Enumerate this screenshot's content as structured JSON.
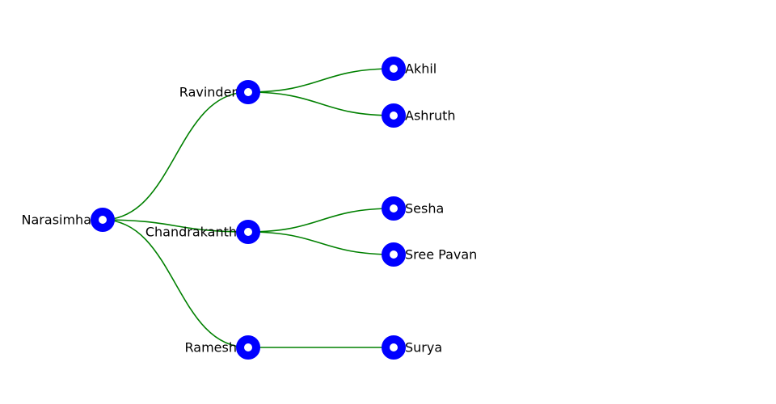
{
  "colors": {
    "node": "#0000ff",
    "link": "#008000"
  },
  "tree": {
    "name": "Narasimha",
    "children": [
      {
        "name": "Ravinder",
        "children": [
          {
            "name": "Akhil"
          },
          {
            "name": "Ashruth"
          }
        ]
      },
      {
        "name": "Chandrakanth",
        "children": [
          {
            "name": "Sesha"
          },
          {
            "name": "Sree Pavan"
          }
        ]
      },
      {
        "name": "Ramesh",
        "children": [
          {
            "name": "Surya"
          }
        ]
      }
    ]
  }
}
